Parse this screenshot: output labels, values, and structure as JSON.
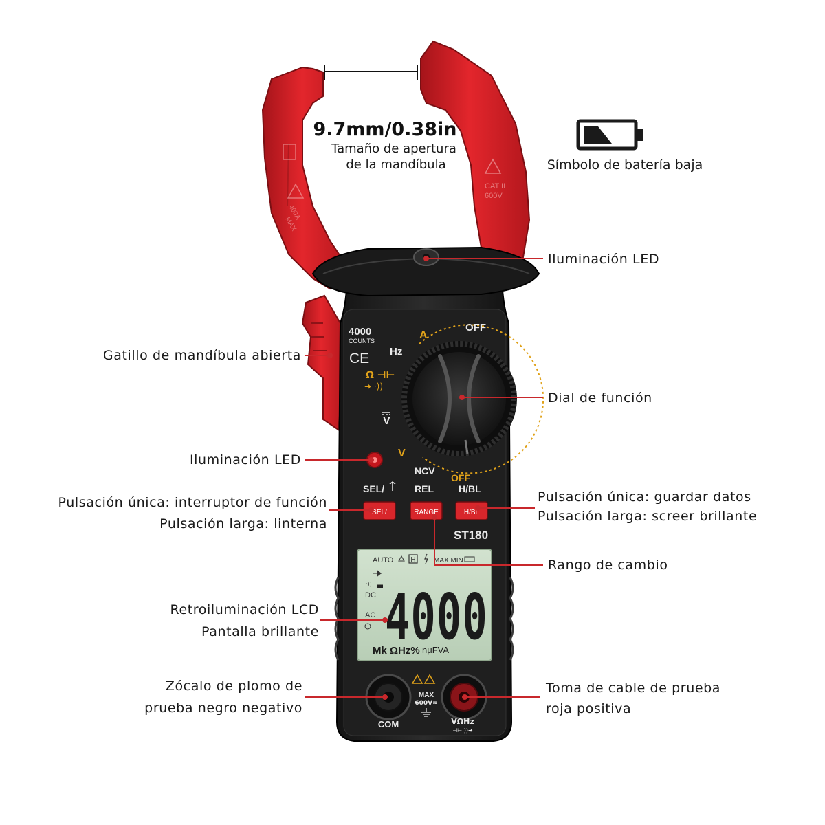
{
  "jaw": {
    "width": "9.7mm/0.38in",
    "caption_line1": "Tamaño de apertura",
    "caption_line2": "de la mandíbula"
  },
  "battery": {
    "caption": "Símbolo de batería baja"
  },
  "callouts": {
    "led_top": "Iluminación LED",
    "trigger": "Gatillo de mandíbula abierta",
    "dial": "Dial de función",
    "led_side": "Iluminación LED",
    "sel_line1": "Pulsación única: interruptor de función",
    "sel_line2": "Pulsación larga: linterna",
    "hbl_line1": "Pulsación única: guardar datos",
    "hbl_line2": "Pulsación larga: screer brillante",
    "range": "Rango de cambio",
    "lcd_line1": "Retroiluminación LCD",
    "lcd_line2": "Pantalla brillante",
    "com_line1": "Zócalo de plomo de",
    "com_line2": "prueba negro negativo",
    "pos_line1": "Toma de cable de prueba",
    "pos_line2": "roja positiva"
  },
  "jaw_marks": {
    "left_top": "400A",
    "left_bottom": "MAX",
    "right_top": "CAT II",
    "right_bottom": "600V"
  },
  "device": {
    "counts_number": "4000",
    "counts_word": "COUNTS",
    "ce": "CE",
    "dial_off_top": "OFF",
    "dial_a": "A",
    "dial_hz": "Hz",
    "dial_ohm": "Ω ⊣⊢",
    "dial_diode": "➜ ·))",
    "dial_vdc": "V",
    "dial_vac": "V",
    "dial_ncv": "NCV",
    "dial_off_bottom": "OFF",
    "btn_label_sel": "SEL/",
    "btn_label_rel": "REL",
    "btn_label_hbl": "H/BL",
    "btn_sel": "SEL/",
    "btn_range": "RANGE",
    "btn_hbl": "H/BL",
    "model": "ST180",
    "lcd_auto": "AUTO",
    "lcd_h": "H",
    "lcd_maxmin": "MAX MIN",
    "lcd_dc": "DC",
    "lcd_ac": "AC",
    "lcd_digits": "4000",
    "lcd_units_left": "Mk ΩHz%",
    "lcd_units_right": "nμFVA",
    "jack_max": "MAX",
    "jack_600v": "600V≂",
    "jack_com": "COM",
    "jack_vohz": "VΩHz"
  },
  "colors": {
    "jaw_red": "#d91f26",
    "body_dark": "#1f1f1f",
    "dial_yellow": "#e0a21a",
    "lcd_green": "#c6d9c4",
    "button_red": "#d8262b",
    "callout_red": "#c8282c"
  }
}
